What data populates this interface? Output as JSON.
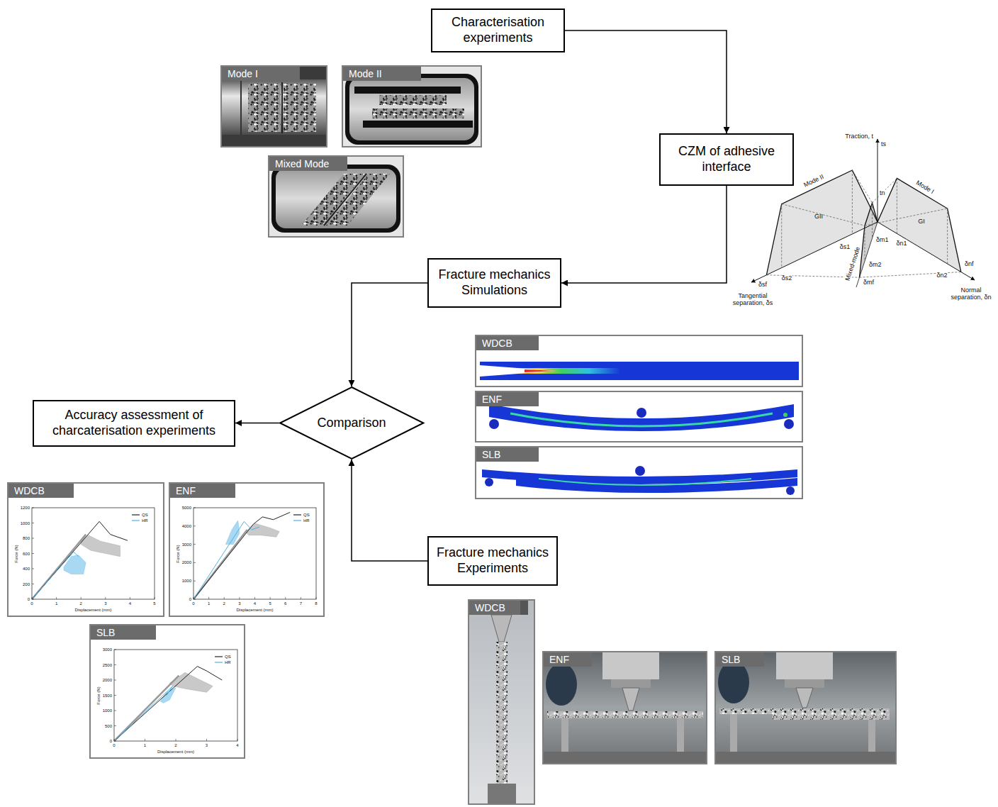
{
  "diagram": {
    "nodes": [
      {
        "text": [
          "Characterisation experiments"
        ]
      },
      {
        "text": [
          "Mode I"
        ]
      },
      {
        "text": [
          "Mode II"
        ]
      },
      {
        "text": [
          "Mixed Mode"
        ]
      },
      {
        "text": [
          "CZM of adhesive interface"
        ]
      },
      {
        "text": [
          "Fracture mechanics Simulations"
        ]
      },
      {
        "text": [
          "WDCB"
        ]
      },
      {
        "text": [
          "ENF"
        ]
      },
      {
        "text": [
          "SLB"
        ]
      },
      {
        "text": [
          "Accuracy assessment of charcaterisation experiments"
        ]
      },
      {
        "text": [
          "Comparison"
        ]
      },
      {
        "text": [
          "WDCB"
        ]
      },
      {
        "text": [
          "ENF"
        ]
      },
      {
        "text": [
          "SLB"
        ]
      },
      {
        "text": [
          "Fracture mechanics Experiments"
        ]
      },
      {
        "text": [
          "WDCB"
        ]
      },
      {
        "text": [
          "ENF"
        ]
      },
      {
        "text": [
          "SLB"
        ]
      }
    ],
    "edges": [
      {
        "from": 0,
        "to": 4,
        "arrow": "to"
      },
      {
        "from": 4,
        "to": 5,
        "arrow": "to"
      },
      {
        "from": 5,
        "to": 10,
        "arrow": "to"
      },
      {
        "from": 14,
        "to": 10,
        "arrow": "to"
      },
      {
        "from": 10,
        "to": 9,
        "arrow": "to"
      }
    ],
    "labels": [
      "Traction, t",
      "ts",
      "Mode II",
      "tn",
      "Mode I",
      "GII",
      "GI",
      "δs1",
      "δm1",
      "δn1",
      "Mixed-mode",
      "δm2",
      "δn2",
      "δnf",
      "δs2",
      "δsf",
      "δmf",
      "Tangential separation, δs",
      "Normal separation, δn",
      "0",
      "200",
      "400",
      "600",
      "800",
      "1000",
      "1200",
      "0",
      "1",
      "2",
      "3",
      "4",
      "5",
      "Force (N)",
      "Displacement (mm)",
      "0",
      "1000",
      "2000",
      "3000",
      "4000",
      "5000",
      "0",
      "1",
      "2",
      "3",
      "4",
      "5",
      "6",
      "7",
      "8",
      "Force (N)",
      "Displacement (mm)",
      "0",
      "500",
      "1000",
      "1500",
      "2000",
      "2500",
      "3000",
      "0",
      "1",
      "2",
      "3",
      "4",
      "Force (N)",
      "Displacement (mm)"
    ],
    "legend": [
      {
        "text": "QS"
      },
      {
        "text": "HR"
      },
      {
        "text": "QS"
      },
      {
        "text": "HR"
      },
      {
        "text": "QS"
      },
      {
        "text": "HR"
      }
    ]
  }
}
